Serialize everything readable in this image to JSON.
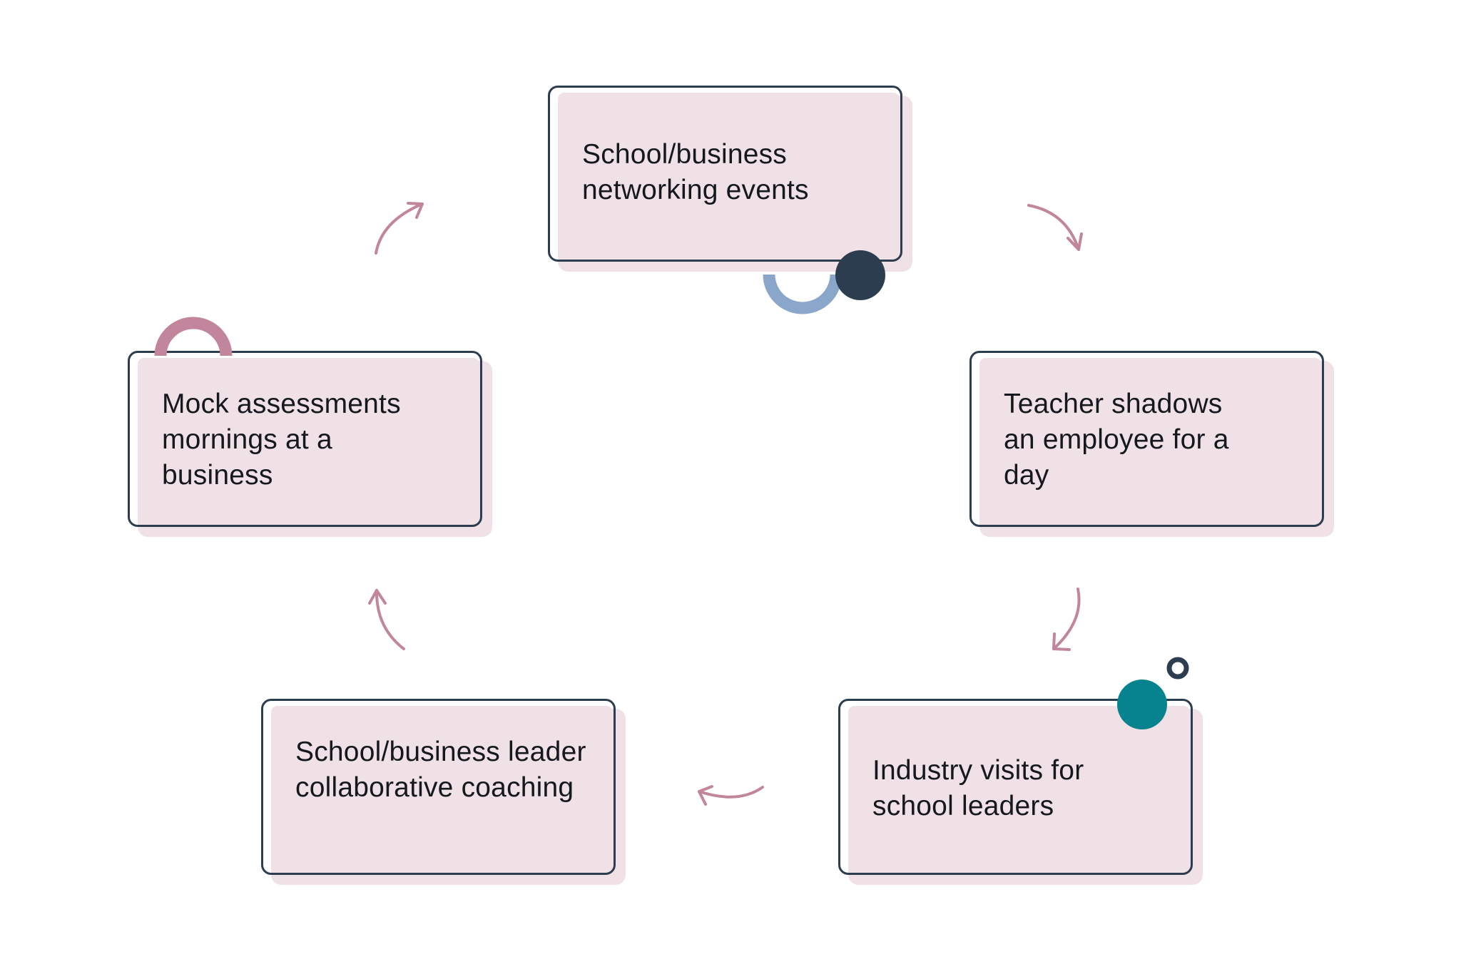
{
  "nodes": [
    {
      "id": "networking-events",
      "label": "School/business networking events"
    },
    {
      "id": "teacher-shadows",
      "label": "Teacher shadows an employee for a day"
    },
    {
      "id": "industry-visits",
      "label": "Industry visits for school leaders"
    },
    {
      "id": "collaborative-coaching",
      "label": "School/business leader collaborative coaching"
    },
    {
      "id": "mock-assessments",
      "label": "Mock assessments mornings at a business"
    }
  ],
  "edges": [
    {
      "from": "networking-events",
      "to": "teacher-shadows"
    },
    {
      "from": "teacher-shadows",
      "to": "industry-visits"
    },
    {
      "from": "industry-visits",
      "to": "collaborative-coaching"
    },
    {
      "from": "collaborative-coaching",
      "to": "mock-assessments"
    },
    {
      "from": "mock-assessments",
      "to": "networking-events"
    }
  ],
  "colors": {
    "card_fill": "#efe1e6",
    "card_border": "#2b3d4e",
    "text": "#15181d",
    "arrow": "#c2869c",
    "accent_navy": "#2b3d4e",
    "accent_blue": "#8aa7cb",
    "accent_teal": "#06838f",
    "accent_pink": "#c2869c"
  }
}
